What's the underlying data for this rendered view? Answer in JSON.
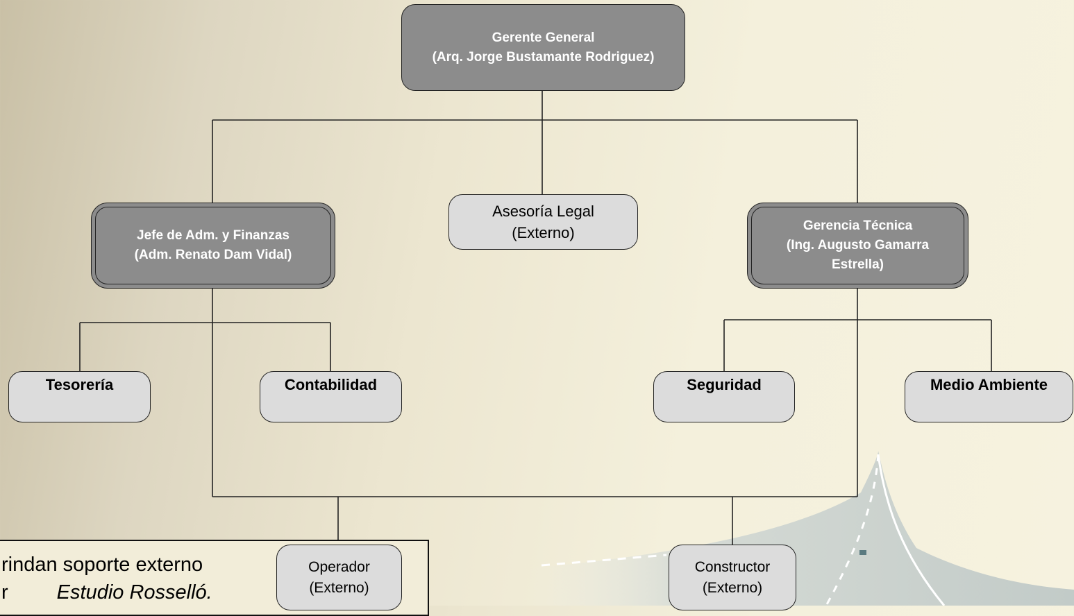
{
  "nodes": {
    "gerente": {
      "title": "Gerente General",
      "name": "(Arq. Jorge Bustamante Rodriguez)"
    },
    "adm": {
      "title": "Jefe de Adm. y Finanzas",
      "name": "(Adm. Renato Dam Vidal)"
    },
    "legal": {
      "title": "Asesoría Legal",
      "sub": "(Externo)"
    },
    "tecnica": {
      "title": "Gerencia Técnica",
      "name": "(Ing. Augusto Gamarra Estrella)"
    },
    "tesoreria": {
      "title": "Tesorería"
    },
    "contabilidad": {
      "title": "Contabilidad"
    },
    "seguridad": {
      "title": "Seguridad"
    },
    "medio": {
      "title": "Medio Ambiente"
    },
    "operador": {
      "title": "Operador",
      "sub": "(Externo)"
    },
    "constructor": {
      "title": "Constructor",
      "sub": "(Externo)"
    }
  },
  "note": {
    "line1": "rindan soporte externo",
    "line2_prefix": "r",
    "line2_italic": "Estudio Rosselló."
  },
  "colors": {
    "dark_box": "#8c8c8c",
    "light_box": "#dcdcdc",
    "line": "#222222"
  }
}
